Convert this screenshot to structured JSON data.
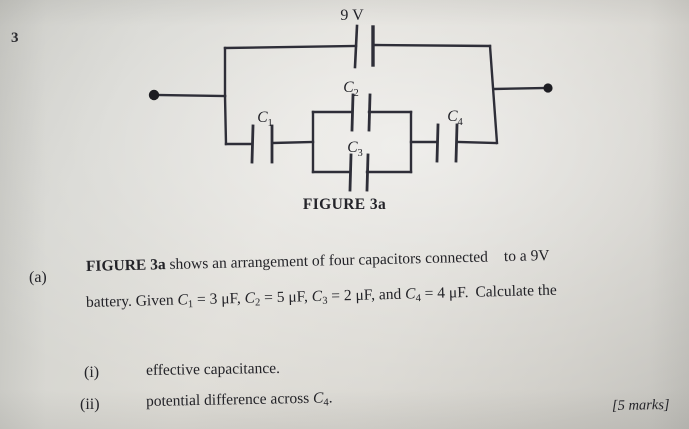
{
  "question_number": "3",
  "figure": {
    "caption": "FIGURE 3a",
    "source_label": "9 V",
    "capacitor_labels": {
      "c1": "C",
      "c1_sub": "1",
      "c2": "C",
      "c2_sub": "2",
      "c3": "C",
      "c3_sub": "3",
      "c4": "C",
      "c4_sub": "4"
    },
    "line_color": "#2e2e38",
    "terminal_color": "#1d1d22"
  },
  "question": {
    "part_a_label": "(a)",
    "line1": {
      "figure_ref": "FIGURE 3a",
      "text_after": " shows an arrangement of four capacitors connected",
      "tail": "to a 9V"
    },
    "line2": {
      "lead": "battery. Given ",
      "c1_name": "C",
      "c1_sub": "1",
      "c1_eq": " = 3 μF, ",
      "c2_name": "C",
      "c2_sub": "2",
      "c2_eq": " = 5 μF, ",
      "c3_name": "C",
      "c3_sub": "3",
      "c3_eq": " = 2 μF,",
      "and": " and ",
      "c4_name": "C",
      "c4_sub": "4",
      "c4_eq": " = 4 μF.",
      "tail": "Calculate the"
    },
    "items": [
      {
        "label": "(i)",
        "text": "effective capacitance."
      },
      {
        "label": "(ii)",
        "text_before": "potential difference across ",
        "var_name": "C",
        "var_sub": "4",
        "text_after": "."
      }
    ],
    "marks": "[5 marks]"
  }
}
